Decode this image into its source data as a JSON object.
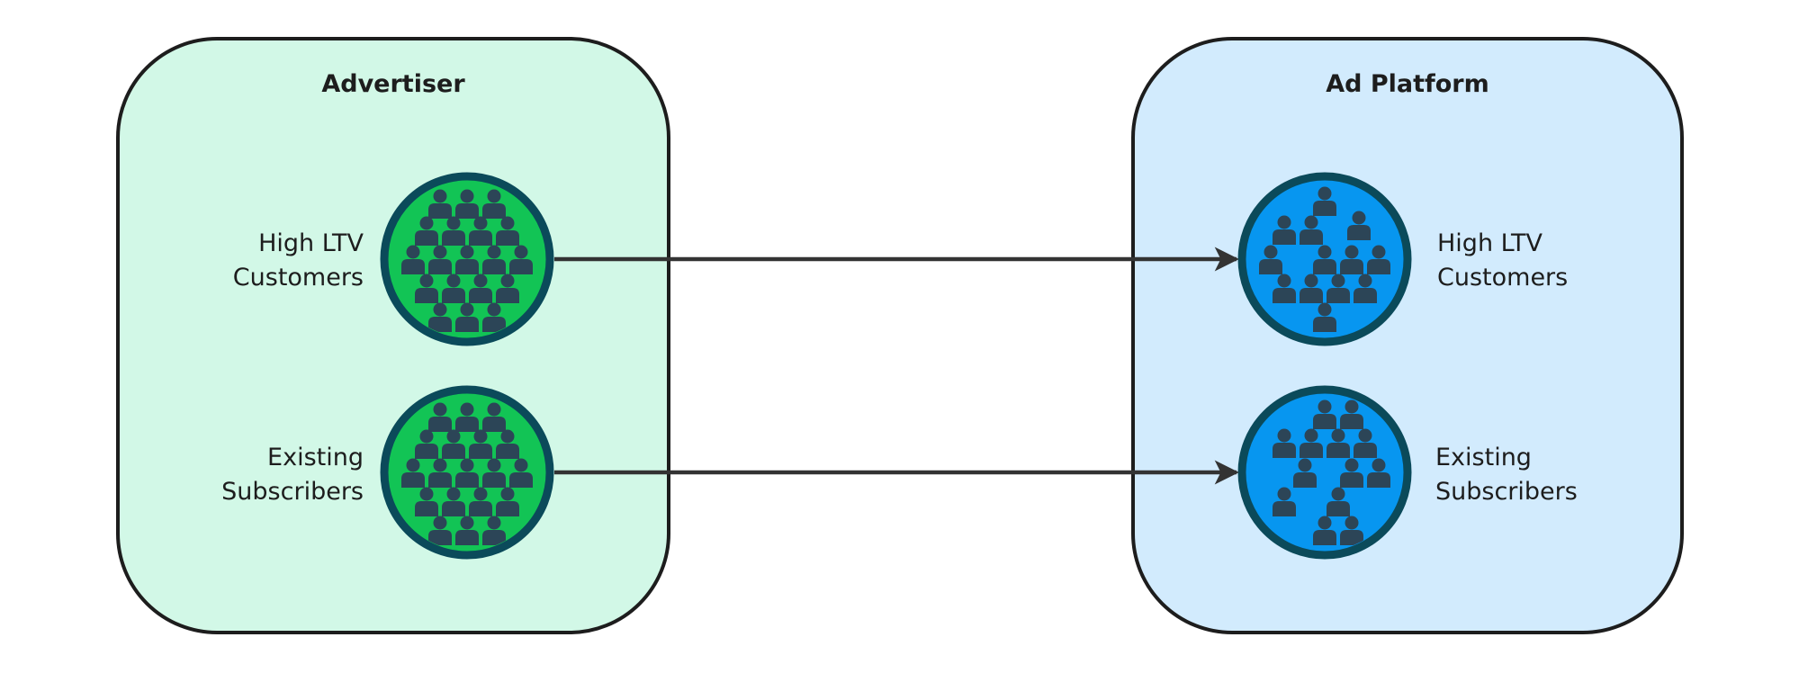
{
  "colors": {
    "advertiser_panel_fill": "#d2f8e7",
    "platform_panel_fill": "#d2ebfd",
    "panel_stroke": "#1d1d1d",
    "advertiser_circle_fill": "#12c455",
    "platform_circle_fill": "#0796f0",
    "circle_ring": "#0b4a5a",
    "person": "#2c4557",
    "arrow": "#333333"
  },
  "advertiser": {
    "title": "Advertiser",
    "groups": [
      {
        "label_line1": "High LTV",
        "label_line2": "Customers",
        "icon": "people-crowd-icon"
      },
      {
        "label_line1": "Existing",
        "label_line2": "Subscribers",
        "icon": "people-crowd-icon"
      }
    ]
  },
  "ad_platform": {
    "title": "Ad Platform",
    "groups": [
      {
        "label_line1": "High LTV",
        "label_line2": "Customers",
        "icon": "people-sparse-icon"
      },
      {
        "label_line1": "Existing",
        "label_line2": "Subscribers",
        "icon": "people-sparse-icon"
      }
    ]
  }
}
